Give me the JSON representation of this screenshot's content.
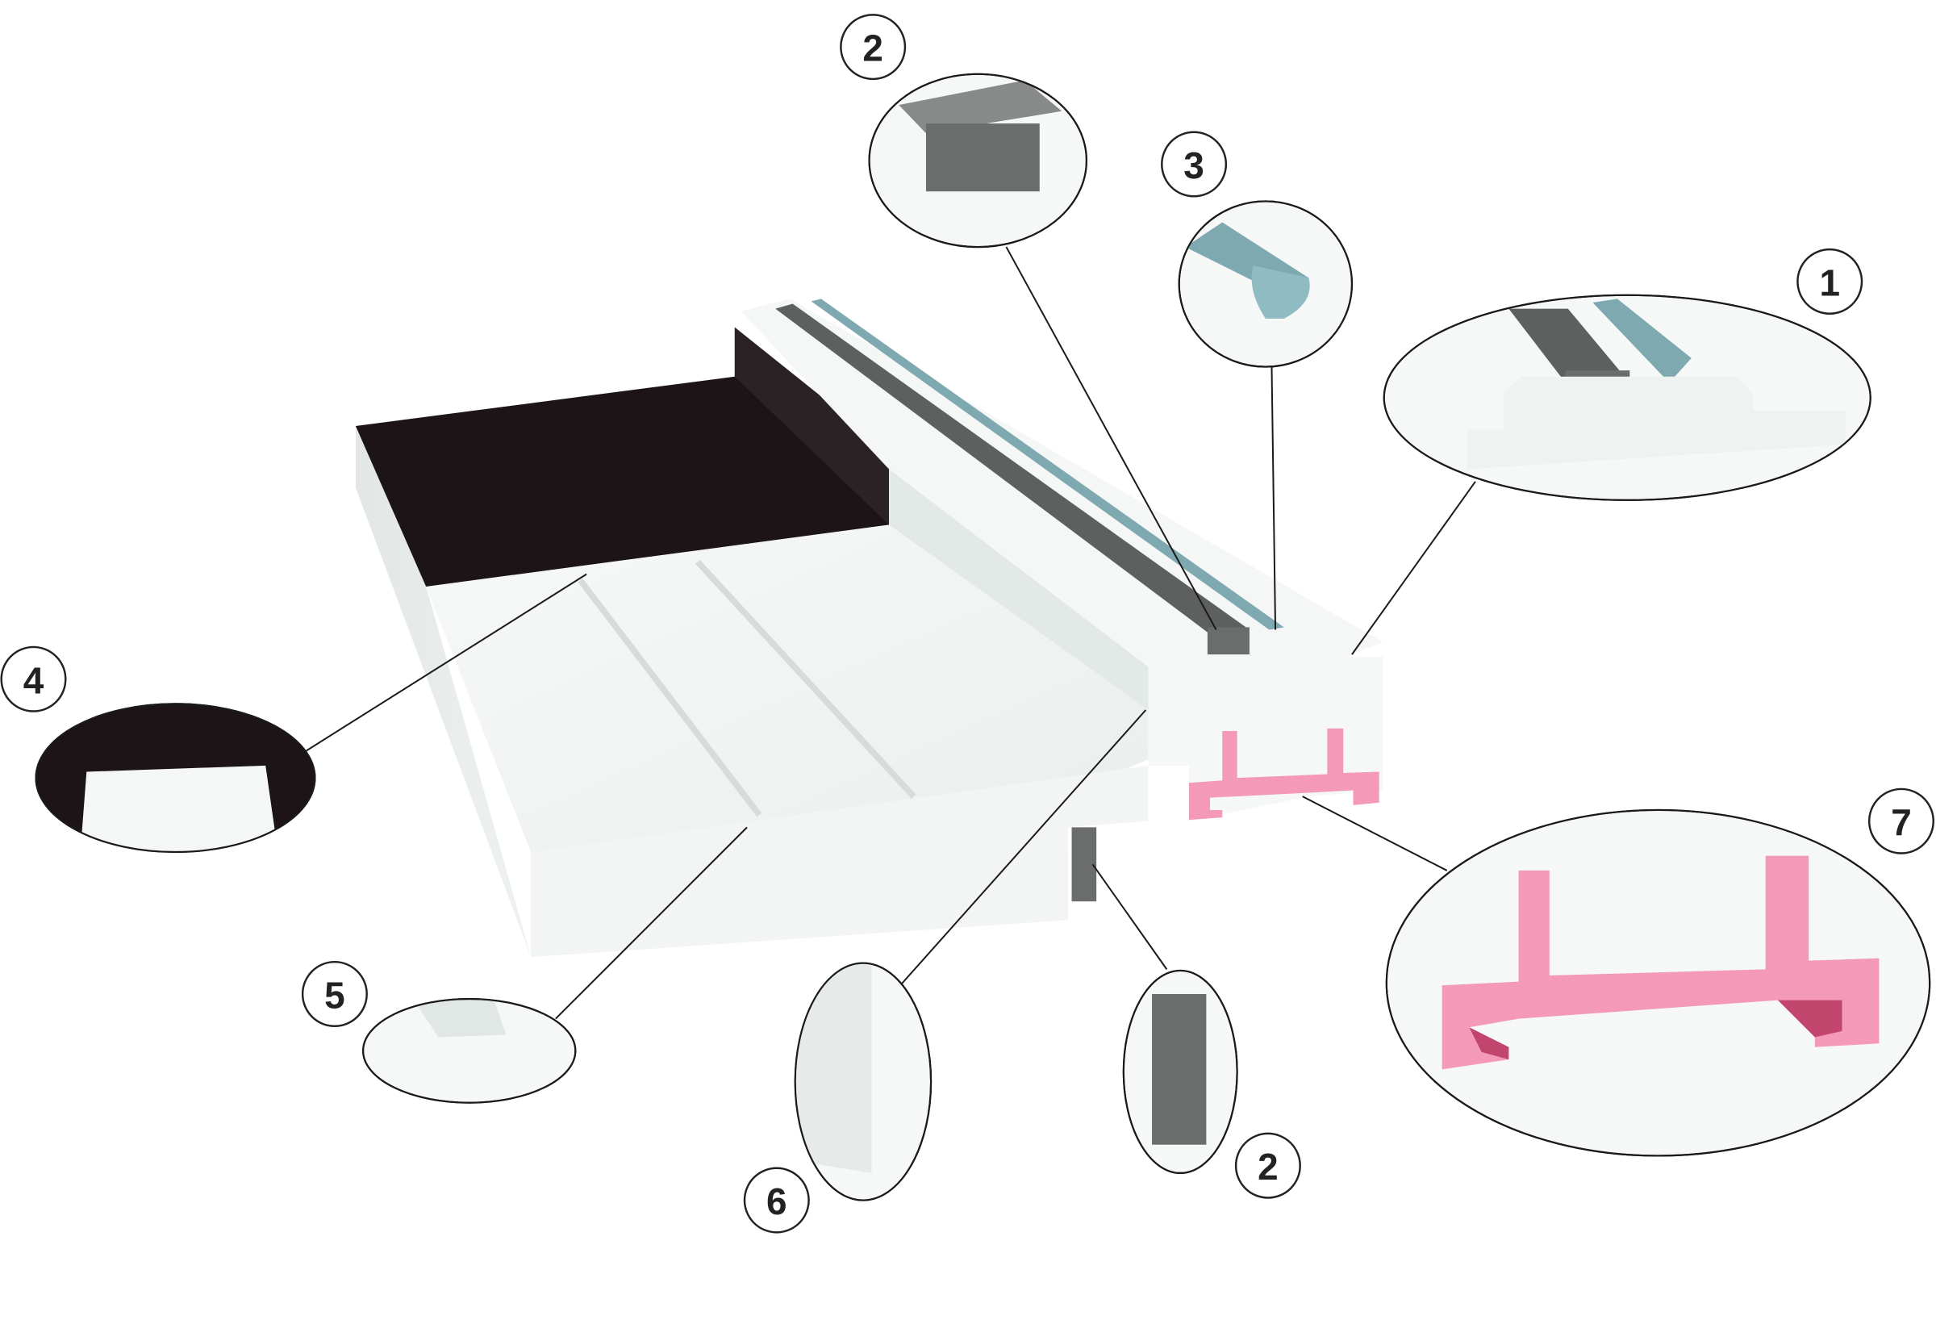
{
  "diagram": {
    "labels": [
      {
        "id": "top-seal",
        "text": "2"
      },
      {
        "id": "round-seal",
        "text": "3"
      },
      {
        "id": "seal-groove",
        "text": "1"
      },
      {
        "id": "black-panel-groove",
        "text": "4"
      },
      {
        "id": "front-groove",
        "text": "5"
      },
      {
        "id": "edge-detail",
        "text": "6"
      },
      {
        "id": "side-seal",
        "text": "2"
      },
      {
        "id": "pink-profile",
        "text": "7"
      }
    ],
    "colors": {
      "black_panel": "#1c1416",
      "white_body": "#f3f6f5",
      "grey_seal": "#6b6d6d",
      "blue_seal": "#7fa9b0",
      "pink_profile": "#f49ab8",
      "pink_dark": "#c2456e"
    }
  }
}
